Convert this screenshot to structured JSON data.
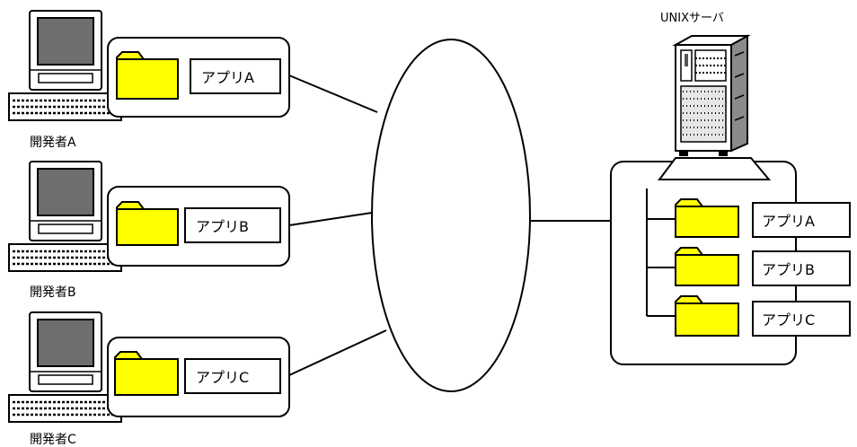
{
  "server": {
    "title": "UNIXサーバ",
    "apps": [
      {
        "label": "アプリA"
      },
      {
        "label": "アプリB"
      },
      {
        "label": "アプリC"
      }
    ]
  },
  "developers": [
    {
      "name": "開発者A",
      "app_label": "アプリA"
    },
    {
      "name": "開発者B",
      "app_label": "アプリB"
    },
    {
      "name": "開発者C",
      "app_label": "アプリC"
    }
  ],
  "colors": {
    "folder": "#ffff00",
    "line": "#000000",
    "background": "#ffffff"
  }
}
